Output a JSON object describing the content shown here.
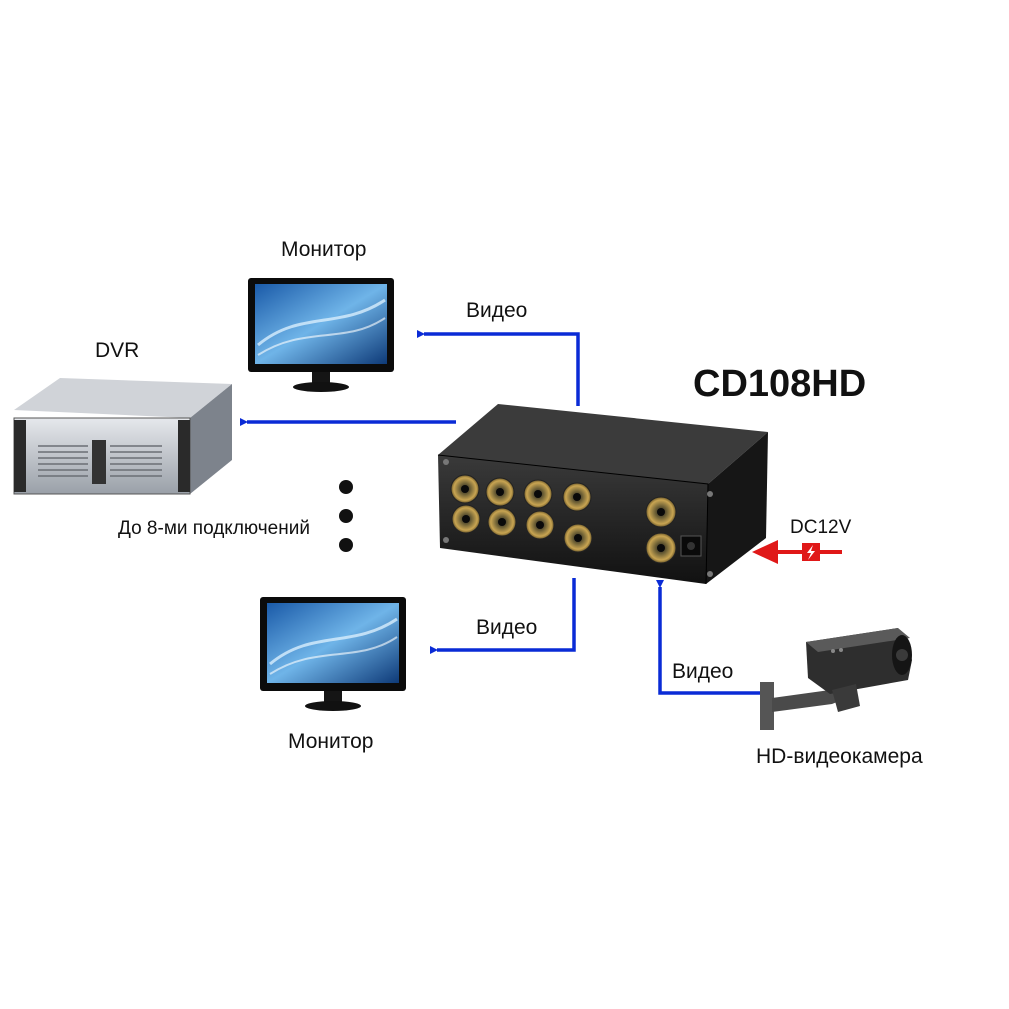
{
  "device": {
    "model": "CD108HD",
    "power_label": "DC12V"
  },
  "labels": {
    "monitor_top": "Монитор",
    "monitor_bottom": "Монитор",
    "dvr": "DVR",
    "connections": "До 8-ми подключений",
    "camera": "HD-видеокамера",
    "video_top": "Видео",
    "video_bottom": "Видео",
    "video_camera": "Видео"
  },
  "colors": {
    "signal_arrow": "#0a2bd6",
    "power_arrow": "#e01818",
    "device_body": "#1c1c1c",
    "bnc_gold": "#b08a3a"
  },
  "icons": [
    "monitor-icon",
    "dvr-icon",
    "camera-icon",
    "lightning-icon"
  ]
}
